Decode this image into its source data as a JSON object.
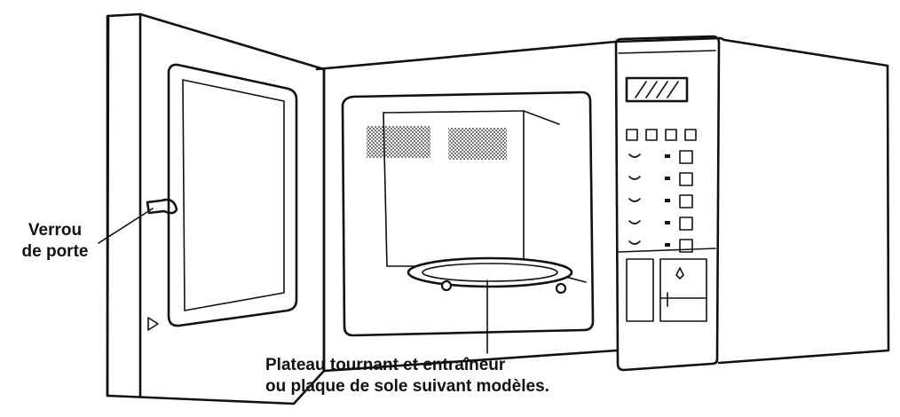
{
  "labels": {
    "door_lock": [
      "Verrou",
      "de porte"
    ],
    "turntable": [
      "Plateau tournant et entraîneur",
      "ou plaque de sole suivant modèles."
    ]
  },
  "colors": {
    "ink": "#111111",
    "background": "#ffffff"
  }
}
